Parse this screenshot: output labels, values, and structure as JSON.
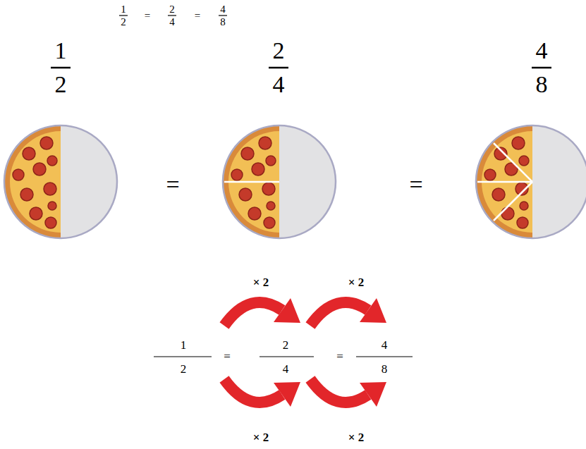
{
  "diagram": {
    "labels": [
      "1",
      "2",
      "=",
      "2",
      "4",
      "=",
      "4",
      "8",
      "1",
      "2",
      "2",
      "4",
      "4",
      "8",
      "=",
      "=",
      "× 2",
      "× 2",
      "1",
      "2",
      "=",
      "2",
      "4",
      "=",
      "4",
      "8",
      "× 2",
      "× 2"
    ]
  }
}
